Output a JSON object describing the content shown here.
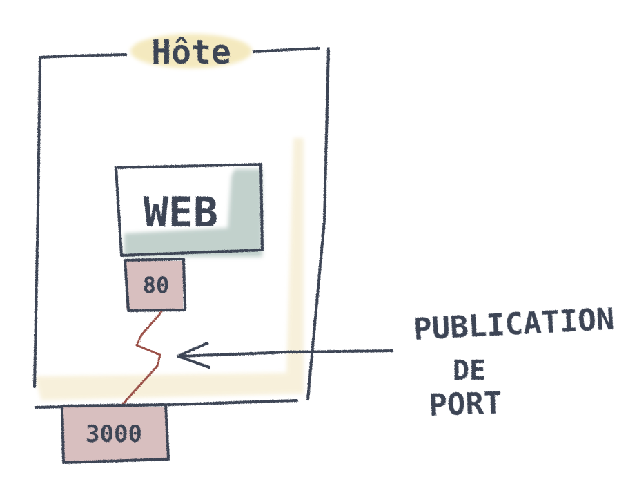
{
  "host": {
    "label": "Hôte",
    "highlight_color": "#f3e6b4"
  },
  "container": {
    "label": "WEB",
    "shadow_color": "#b8c9c4"
  },
  "ports": {
    "container_port": "80",
    "host_port": "3000",
    "fill_color": "#d4b8b8"
  },
  "annotation": {
    "line1": "PUBLICATION",
    "line2": "DE",
    "line3": "PORT"
  },
  "colors": {
    "ink": "#3c4454",
    "link": "#9a5046",
    "host_shadow": "#f5ecd0"
  }
}
